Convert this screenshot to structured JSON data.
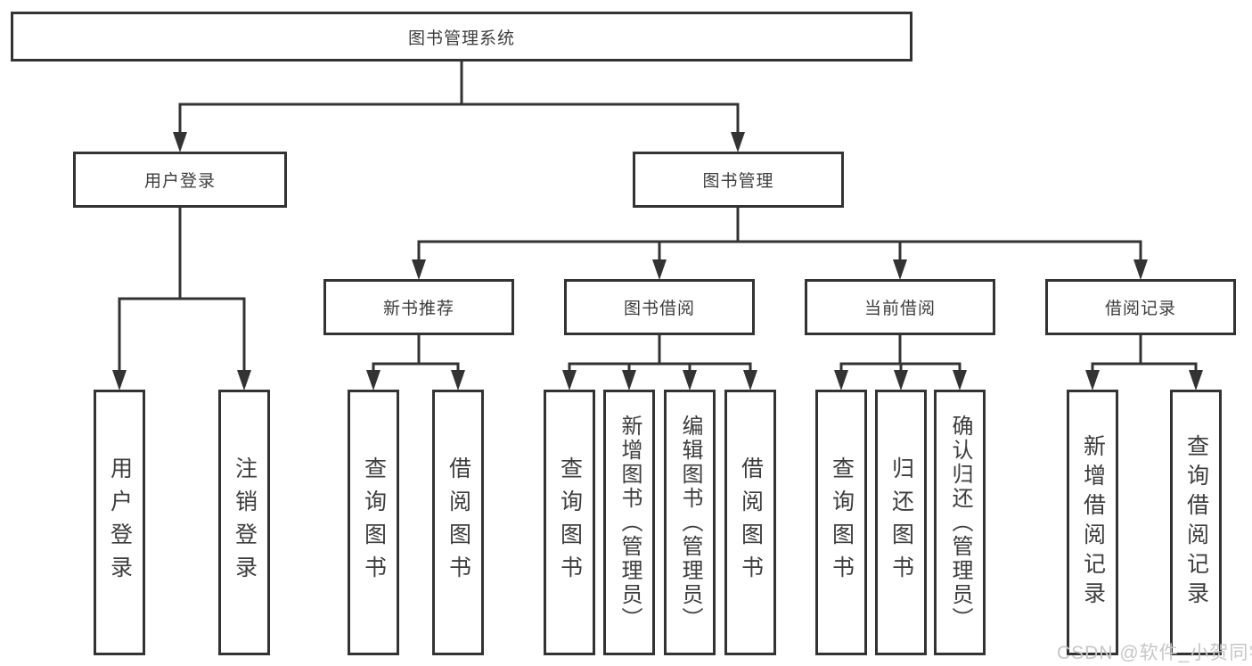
{
  "colors": {
    "line": "#333333",
    "text": "#3d3d3d",
    "watermark": "#c6c6c6",
    "background": "#ffffff"
  },
  "watermark": {
    "text": "CSDN @软件_小贺同学"
  },
  "diagram": {
    "type": "hierarchy-tree",
    "root": {
      "label": "图书管理系统",
      "children": [
        {
          "label": "用户登录",
          "children": [
            {
              "label": "用户登录"
            },
            {
              "label": "注销登录"
            }
          ]
        },
        {
          "label": "图书管理",
          "children": [
            {
              "label": "新书推荐",
              "children": [
                {
                  "label": "查询图书"
                },
                {
                  "label": "借阅图书"
                }
              ]
            },
            {
              "label": "图书借阅",
              "children": [
                {
                  "label": "查询图书"
                },
                {
                  "label": "新增图书（管理员）"
                },
                {
                  "label": "编辑图书（管理员）"
                },
                {
                  "label": "借阅图书"
                }
              ]
            },
            {
              "label": "当前借阅",
              "children": [
                {
                  "label": "查询图书"
                },
                {
                  "label": "归还图书"
                },
                {
                  "label": "确认归还（管理员）"
                }
              ]
            },
            {
              "label": "借阅记录",
              "children": [
                {
                  "label": "新增借阅记录"
                },
                {
                  "label": "查询借阅记录"
                }
              ]
            }
          ]
        }
      ]
    }
  }
}
